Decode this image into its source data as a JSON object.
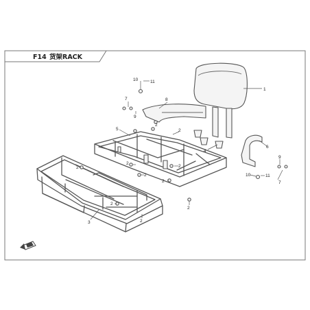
{
  "title": {
    "code": "F14",
    "name": "货架RACK"
  },
  "callouts": [
    {
      "id": "c1",
      "text": "1"
    },
    {
      "id": "c2a",
      "text": "2"
    },
    {
      "id": "c2b",
      "text": "2"
    },
    {
      "id": "c2c",
      "text": "2"
    },
    {
      "id": "c2d",
      "text": "2"
    },
    {
      "id": "c2e",
      "text": "2"
    },
    {
      "id": "c2f",
      "text": "2"
    },
    {
      "id": "c2g",
      "text": "2"
    },
    {
      "id": "c2h",
      "text": "2"
    },
    {
      "id": "c2i",
      "text": "2"
    },
    {
      "id": "c2j",
      "text": "2"
    },
    {
      "id": "c3",
      "text": "3"
    },
    {
      "id": "c4",
      "text": "4"
    },
    {
      "id": "c5",
      "text": "5"
    },
    {
      "id": "c6",
      "text": "6"
    },
    {
      "id": "c7a",
      "text": "7"
    },
    {
      "id": "c7b",
      "text": "7"
    },
    {
      "id": "c8",
      "text": "8"
    },
    {
      "id": "c9a",
      "text": "9"
    },
    {
      "id": "c9b",
      "text": "9"
    },
    {
      "id": "c10a",
      "text": "10"
    },
    {
      "id": "c10b",
      "text": "10"
    },
    {
      "id": "c11a",
      "text": "11"
    },
    {
      "id": "c11b",
      "text": "11"
    }
  ]
}
